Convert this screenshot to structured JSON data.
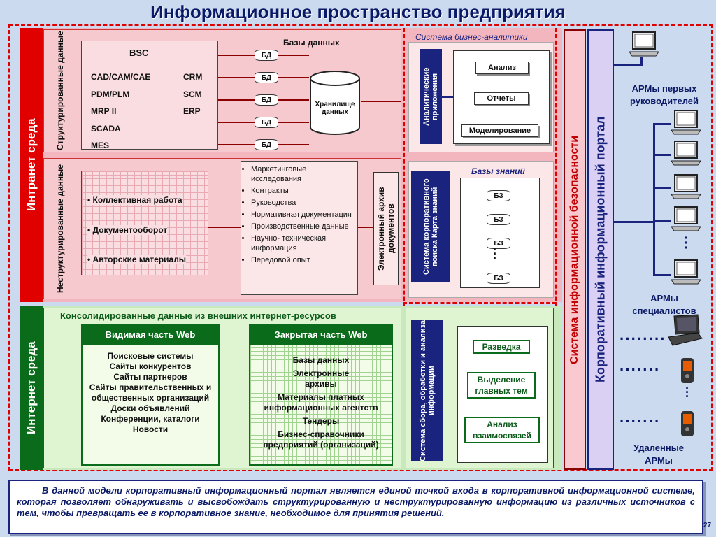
{
  "title": "Информационное пространство предприятия",
  "intranet": {
    "label": "Интранет   среда",
    "structured_label": "Структурированные данные",
    "unstructured_label": "Неструктурированные данные",
    "bsc": "BSC",
    "systems_left": [
      "CAD/CAM/CAE",
      "PDM/PLM",
      "MRP II",
      "SCADA",
      "MES"
    ],
    "systems_right": [
      "CRM",
      "SCM",
      "ERP"
    ],
    "databases_title": "Базы данных",
    "db_label": "БД",
    "storage": "Хранилище данных",
    "collab": [
      "• Коллективная работа",
      "• Документооборот",
      "• Авторские материалы"
    ],
    "docs": [
      "Маркетинговые исследования",
      "Контракты",
      "Руководства",
      "Нормативная документация",
      "Производственные данные",
      "Научно- техническая информация",
      "Передовой опыт"
    ],
    "archive": "Электронный архив документов"
  },
  "bi": {
    "title": "Система бизнес-аналитики",
    "apps": "Аналитические приложения",
    "items": [
      "Анализ",
      "Отчеты",
      "Моделирование"
    ]
  },
  "knowledge": {
    "search": "Система корпоративного поиска Карта знаний",
    "title": "Базы знаний",
    "bz_label": "БЗ"
  },
  "internet": {
    "label": "Интернет среда",
    "header": "Консолидированные данные из внешних интернет-ресурсов",
    "visible_title": "Видимая часть Web",
    "visible_items": [
      "Поисковые системы",
      "Сайты конкурентов",
      "Сайты партнеров",
      "Сайты правительственных и общественных организаций",
      "Доски объявлений",
      "Конференции, каталоги",
      "Новости"
    ],
    "closed_title": "Закрытая часть Web",
    "closed_items": [
      "Базы данных",
      "Электронные архивы",
      "Материалы платных информационных агентств",
      "Тендеры",
      "Бизнес-справочники предприятий (организаций)"
    ],
    "collect": "Система сбора, обработки и анализа информации",
    "analysis": [
      "Разведка",
      "Выделение главных тем",
      "Анализ взаимосвязей"
    ]
  },
  "security": "Система  информационной  безопасности",
  "portal": "Корпоративный информационный портал",
  "arm": {
    "heads": "АРМы первых руководителей",
    "specialists": "АРМы специалистов",
    "remote": "Удаленные АРМы"
  },
  "footer": "В данной модели корпоративный информационный портал является единой точкой входа в корпоративной информационной системе, которая позволяет обнаруживать и высвобождать структурированную и неструктурированную информацию из различных источников с тем, чтобы превращать ее в корпоративное знание, необходимое для принятия решений.",
  "page_number": "27",
  "colors": {
    "red": "#e00000",
    "navy": "#1a237e",
    "green": "#0a6b1a",
    "pink": "#f9c9cf",
    "lightgreen": "#dff5d2"
  }
}
